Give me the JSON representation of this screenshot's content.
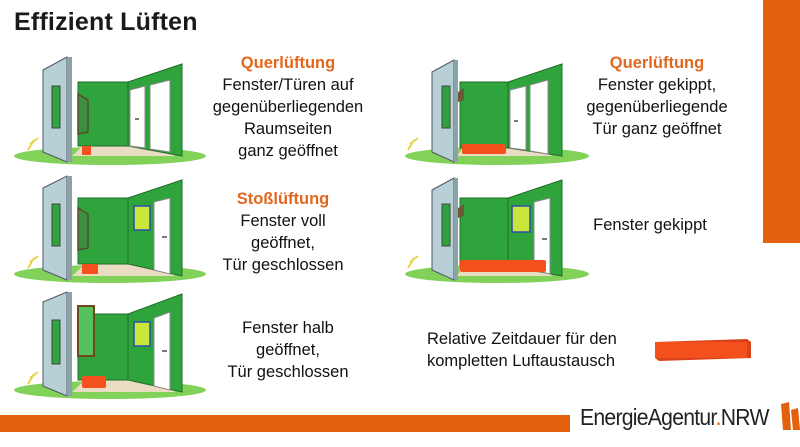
{
  "title": "Effizient Lüften",
  "colors": {
    "accent_orange": "#e2610f",
    "heading_orange": "#e2681e",
    "wall_green": "#2fa43c",
    "duration_red": "#f4501e"
  },
  "panels": [
    {
      "id": "cross-ventilation-full",
      "heading": "Querlüftung",
      "lines": [
        "Fenster/Türen auf",
        "gegenüberliegenden",
        "Raumseiten",
        "ganz geöffnet"
      ],
      "window_state": "open",
      "door_state": "open",
      "duration_bar": "very-short"
    },
    {
      "id": "cross-ventilation-tilted",
      "heading": "Querlüftung",
      "lines": [
        "Fenster gekippt,",
        "gegenüberliegende",
        "Tür ganz geöffnet"
      ],
      "window_state": "tilted",
      "door_state": "open",
      "duration_bar": "medium"
    },
    {
      "id": "shock-ventilation",
      "heading": "Stoßlüftung",
      "lines": [
        "Fenster voll",
        "geöffnet,",
        "Tür geschlossen"
      ],
      "window_state": "open",
      "door_state": "closed",
      "duration_bar": "short"
    },
    {
      "id": "tilted-window",
      "heading": "",
      "lines": [
        "Fenster gekippt"
      ],
      "window_state": "tilted",
      "door_state": "closed",
      "duration_bar": "long"
    },
    {
      "id": "half-open-window",
      "heading": "",
      "lines": [
        "Fenster halb",
        "geöffnet,",
        "Tür geschlossen"
      ],
      "window_state": "half-open",
      "door_state": "closed",
      "duration_bar": "short-medium"
    }
  ],
  "legend": {
    "lines": [
      "Relative Zeitdauer für den",
      "kompletten Luftaustausch"
    ],
    "icon": "duration-bar-icon"
  },
  "logo": {
    "text_main": "EnergieAgentur",
    "text_dot": ".",
    "text_suffix": "NRW",
    "icon": "energieagentur-logo-mark-icon"
  }
}
